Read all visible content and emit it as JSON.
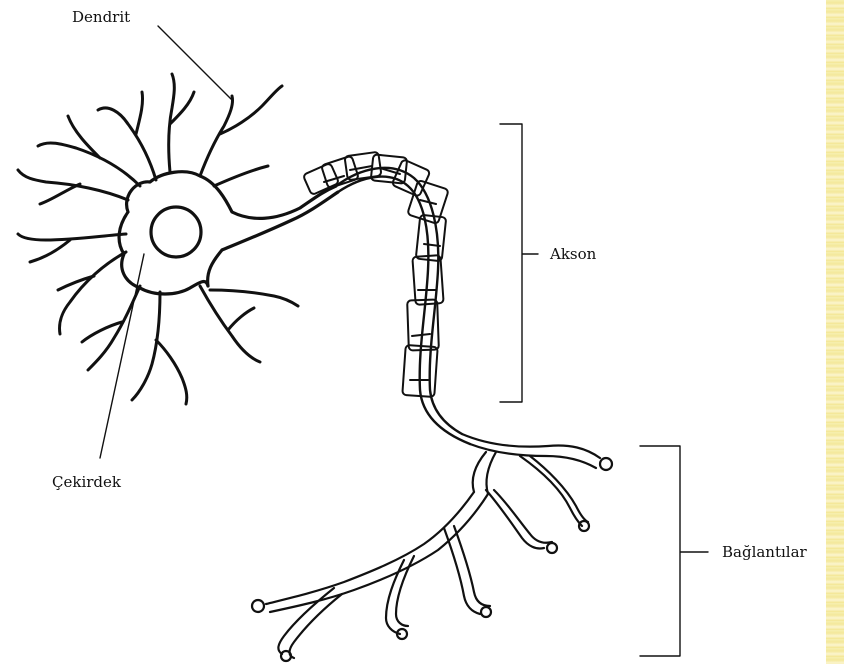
{
  "labels": {
    "dendrite": "Dendrit",
    "nucleus": "Çekirdek",
    "axon": "Akson",
    "terminals": "Bağlantılar"
  },
  "colors": {
    "ink": "#111111",
    "background": "#ffffff",
    "edge_strip": "#f4e89a"
  }
}
